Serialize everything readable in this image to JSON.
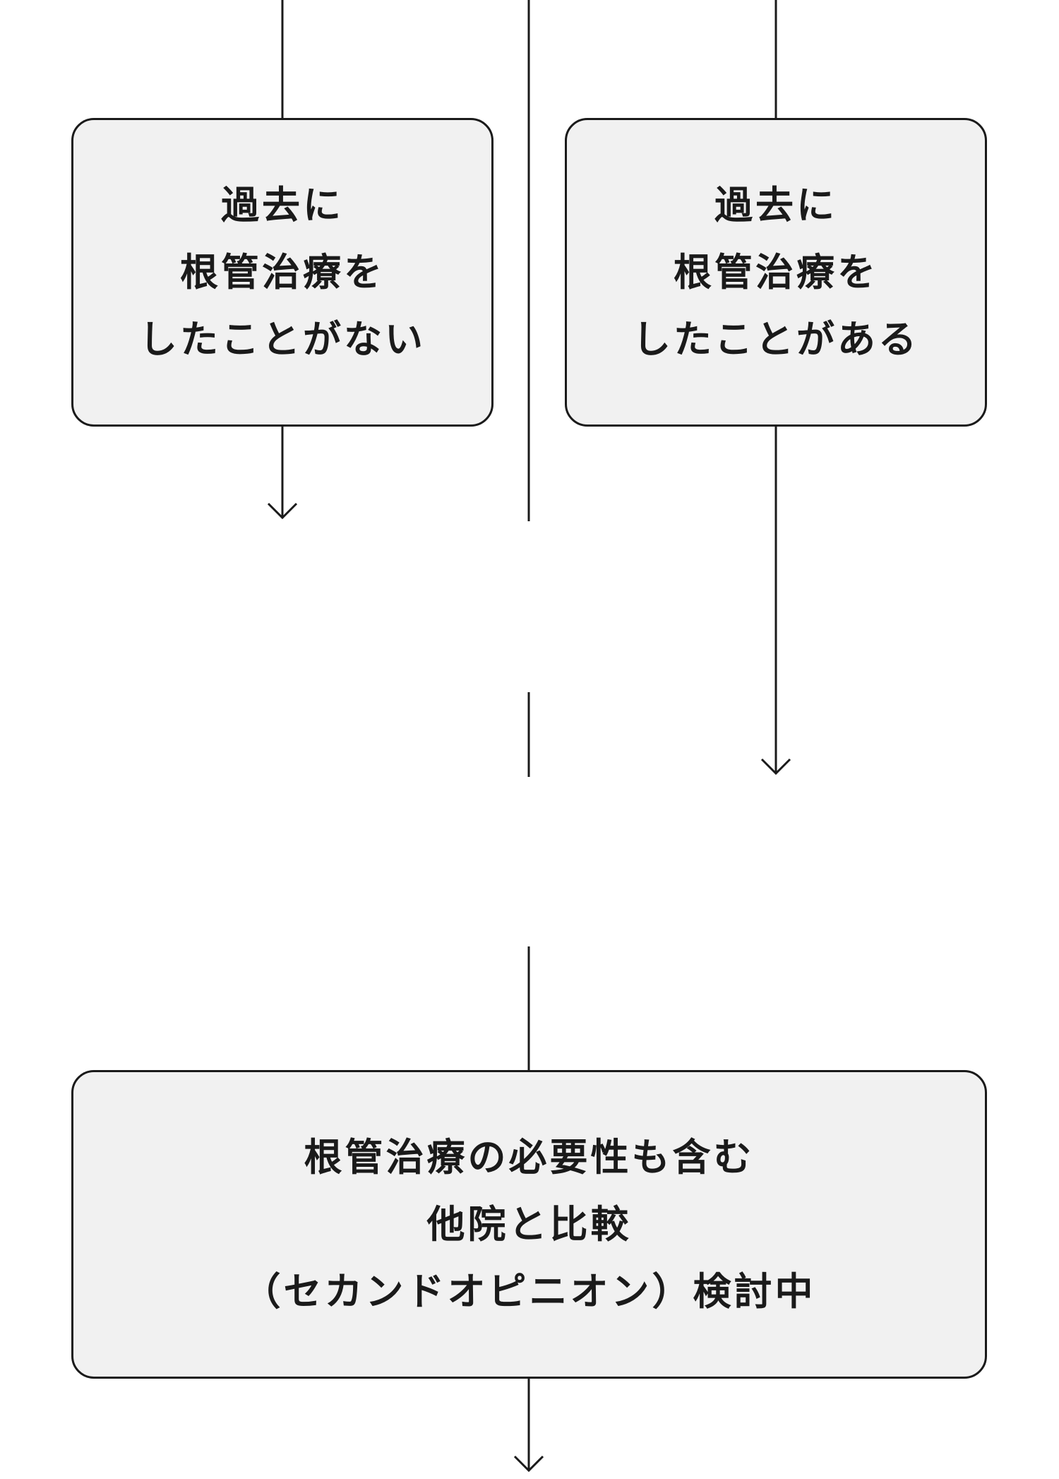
{
  "diagram": {
    "line_color": "#1a1a1a",
    "box_fill": "#f1f1f1",
    "nodes": {
      "no_prior_treatment": {
        "lines": [
          "過去に",
          "根管治療を",
          "したことがない"
        ]
      },
      "prior_treatment": {
        "lines": [
          "過去に",
          "根管治療を",
          "したことがある"
        ]
      },
      "second_opinion": {
        "lines": [
          "根管治療の必要性も含む",
          "他院と比較",
          "（セカンドオピニオン）検討中"
        ]
      }
    }
  }
}
